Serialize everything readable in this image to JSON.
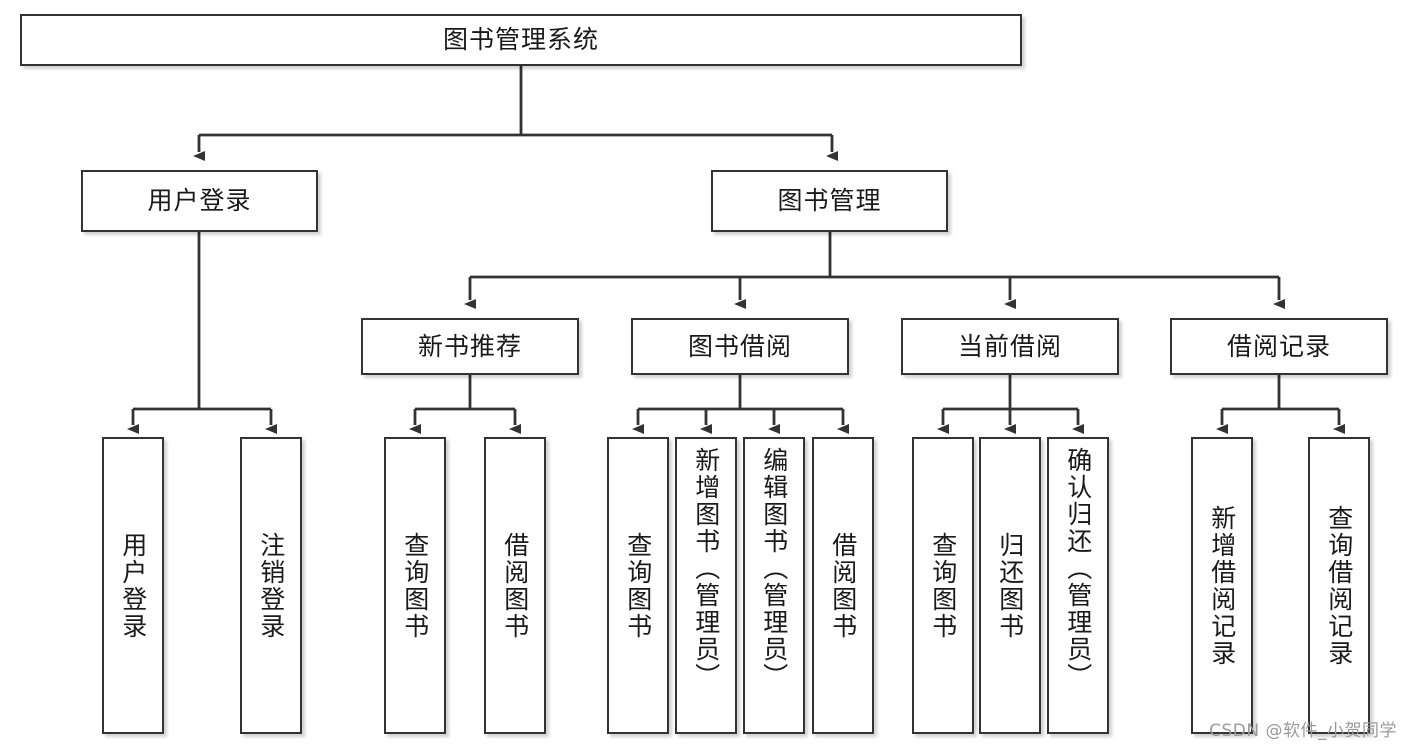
{
  "diagram": {
    "title": "图书管理系统",
    "type": "tree-hierarchy",
    "root": {
      "id": "root",
      "label": "图书管理系统"
    },
    "level1": [
      {
        "id": "user-login",
        "label": "用户登录"
      },
      {
        "id": "book-manage",
        "label": "图书管理"
      }
    ],
    "level2": [
      {
        "id": "new-book-rec",
        "label": "新书推荐",
        "parent": "book-manage"
      },
      {
        "id": "book-borrow",
        "label": "图书借阅",
        "parent": "book-manage"
      },
      {
        "id": "current-borrow",
        "label": "当前借阅",
        "parent": "book-manage"
      },
      {
        "id": "borrow-record",
        "label": "借阅记录",
        "parent": "book-manage"
      }
    ],
    "leaves": [
      {
        "id": "leaf-user-login",
        "label": "用户登录",
        "parent": "user-login"
      },
      {
        "id": "leaf-user-logout",
        "label": "注销登录",
        "parent": "user-login"
      },
      {
        "id": "leaf-query-book-1",
        "label": "查询图书",
        "parent": "new-book-rec"
      },
      {
        "id": "leaf-borrow-book-1",
        "label": "借阅图书",
        "parent": "new-book-rec"
      },
      {
        "id": "leaf-query-book-2",
        "label": "查询图书",
        "parent": "book-borrow"
      },
      {
        "id": "leaf-add-book",
        "label": "新增图书（管理员）",
        "parent": "book-borrow"
      },
      {
        "id": "leaf-edit-book",
        "label": "编辑图书（管理员）",
        "parent": "book-borrow"
      },
      {
        "id": "leaf-borrow-book-2",
        "label": "借阅图书",
        "parent": "book-borrow"
      },
      {
        "id": "leaf-query-book-3",
        "label": "查询图书",
        "parent": "current-borrow"
      },
      {
        "id": "leaf-return-book",
        "label": "归还图书",
        "parent": "current-borrow"
      },
      {
        "id": "leaf-confirm-return",
        "label": "确认归还（管理员）",
        "parent": "current-borrow"
      },
      {
        "id": "leaf-add-record",
        "label": "新增借阅记录",
        "parent": "borrow-record"
      },
      {
        "id": "leaf-query-record",
        "label": "查询借阅记录",
        "parent": "borrow-record"
      }
    ],
    "colors": {
      "box_border": "#333333",
      "box_fill": "#ffffff",
      "connector": "#333333",
      "text": "#1a1a1a",
      "watermark": "#9a9a9a",
      "page_background": "#ffffff"
    }
  },
  "watermark": {
    "text": "CSDN @软件_小贺同学"
  }
}
